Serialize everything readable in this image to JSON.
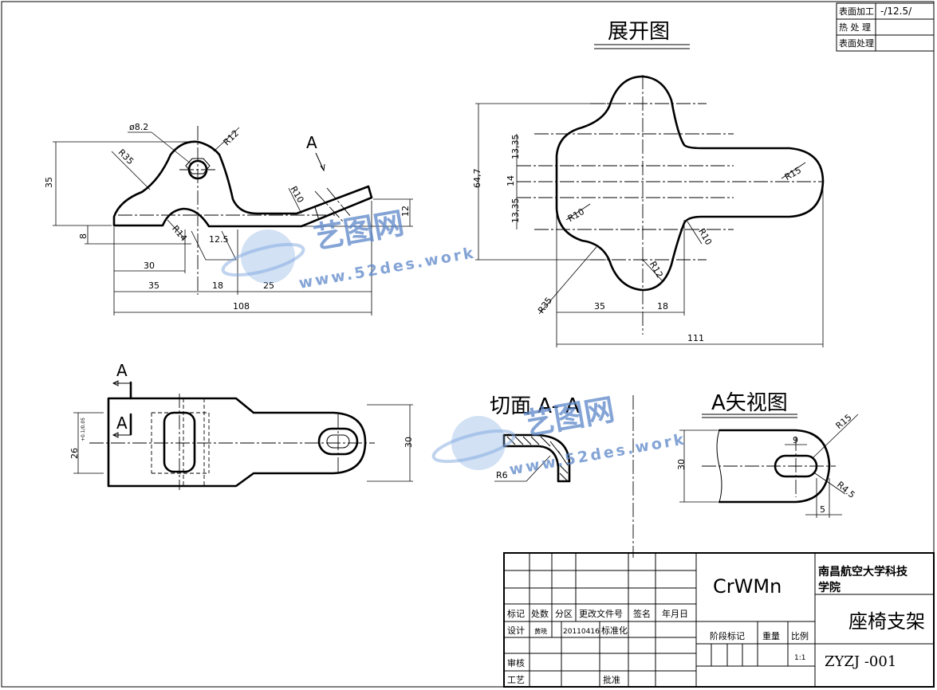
{
  "surface_table": {
    "rows": [
      {
        "label": "表面加工",
        "value": "-/12.5/"
      },
      {
        "label": "热 处 理",
        "value": ""
      },
      {
        "label": "表面处理",
        "value": ""
      }
    ]
  },
  "views": {
    "unfold_title": "展开图",
    "section_title": "切面 A- A",
    "aview_title": "A矢视图",
    "arrow_label": "A"
  },
  "front_dims": {
    "d_hole": "ø8.2",
    "r12": "R12",
    "r35": "R35",
    "r10": "R10",
    "r14": "R14",
    "h35": "35",
    "h8": "8",
    "h12": "12",
    "w30": "30",
    "w35": "35",
    "w18": "18",
    "w25": "25",
    "w108": "108",
    "a12_5": "12.5"
  },
  "unfold_dims": {
    "d13_35a": "13,35",
    "d14": "14",
    "d13_35b": "13,35",
    "d64_7": "64,7",
    "r15": "R15",
    "r10a": "R10",
    "r10b": "R10",
    "r12": "R12",
    "r35": "R35",
    "w35": "35",
    "w18": "18",
    "w111": "111"
  },
  "top_dims": {
    "h26": "26",
    "h26_tol": "+0.1/0.05",
    "h30": "30",
    "label_a1": "A",
    "label_a2": "A"
  },
  "section_dims": {
    "r6": "R6"
  },
  "aview_dims": {
    "r15": "R15",
    "w9": "9",
    "h30": "30",
    "r4_5": "R4.5",
    "w5": "5"
  },
  "watermark": {
    "brand": "艺图网",
    "url": "www.52des.work"
  },
  "title_block": {
    "material": "CrWMn",
    "school": "南昌航空大学科技学院",
    "part_name": "座椅支架",
    "drawing_no": "ZYZJ -001",
    "headers": [
      "标记",
      "处数",
      "分区",
      "更改文件号",
      "签名",
      "年月日"
    ],
    "design_label": "设计",
    "designer": "黄晓",
    "design_date": "20110416",
    "standard_label": "标准化",
    "stage_label": "阶段标记",
    "weight_label": "重量",
    "scale_label": "比例",
    "scale_value": "1:1",
    "review_label": "审核",
    "process_label": "工艺",
    "approve_label": "批准"
  }
}
